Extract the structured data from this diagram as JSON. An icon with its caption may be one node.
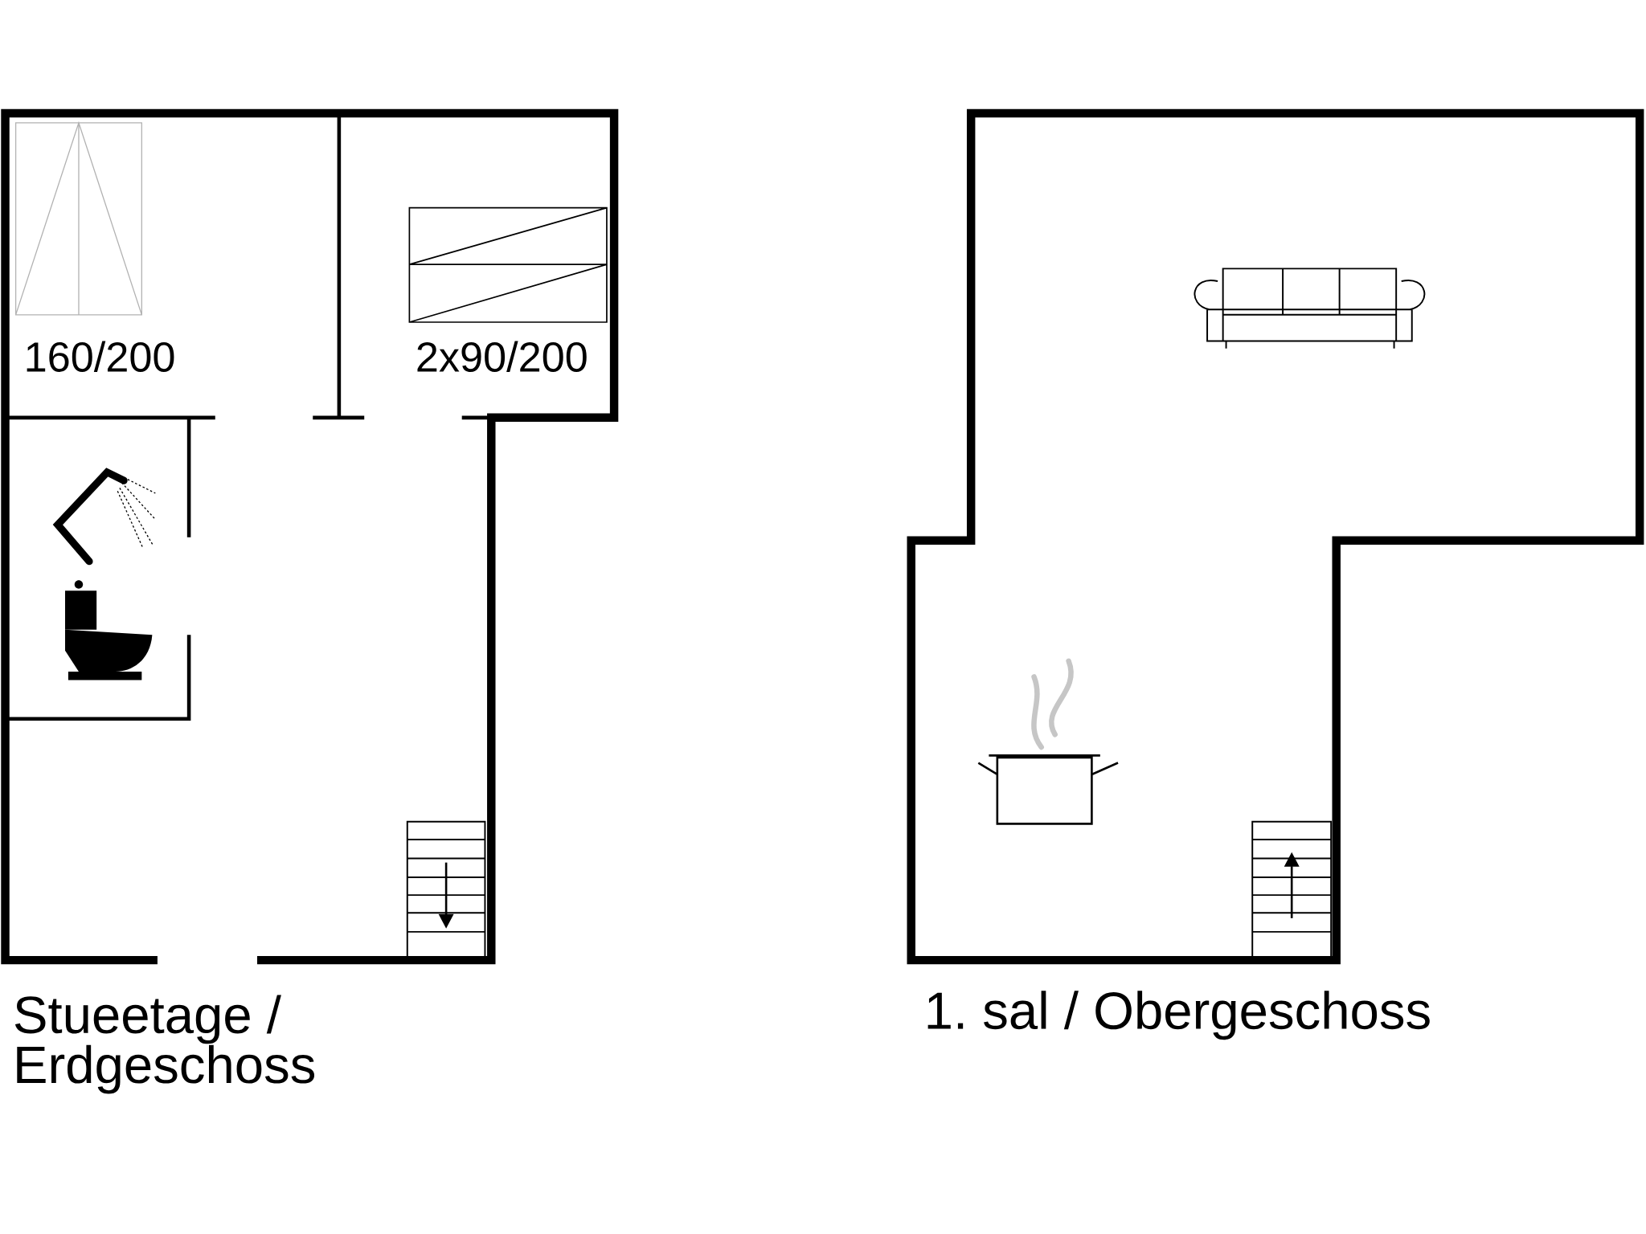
{
  "diagram": {
    "labels": [
      "160/200",
      "2x90/200",
      "Stueetage / Erdgeschoss",
      "1. sal / Obergeschoss"
    ]
  }
}
